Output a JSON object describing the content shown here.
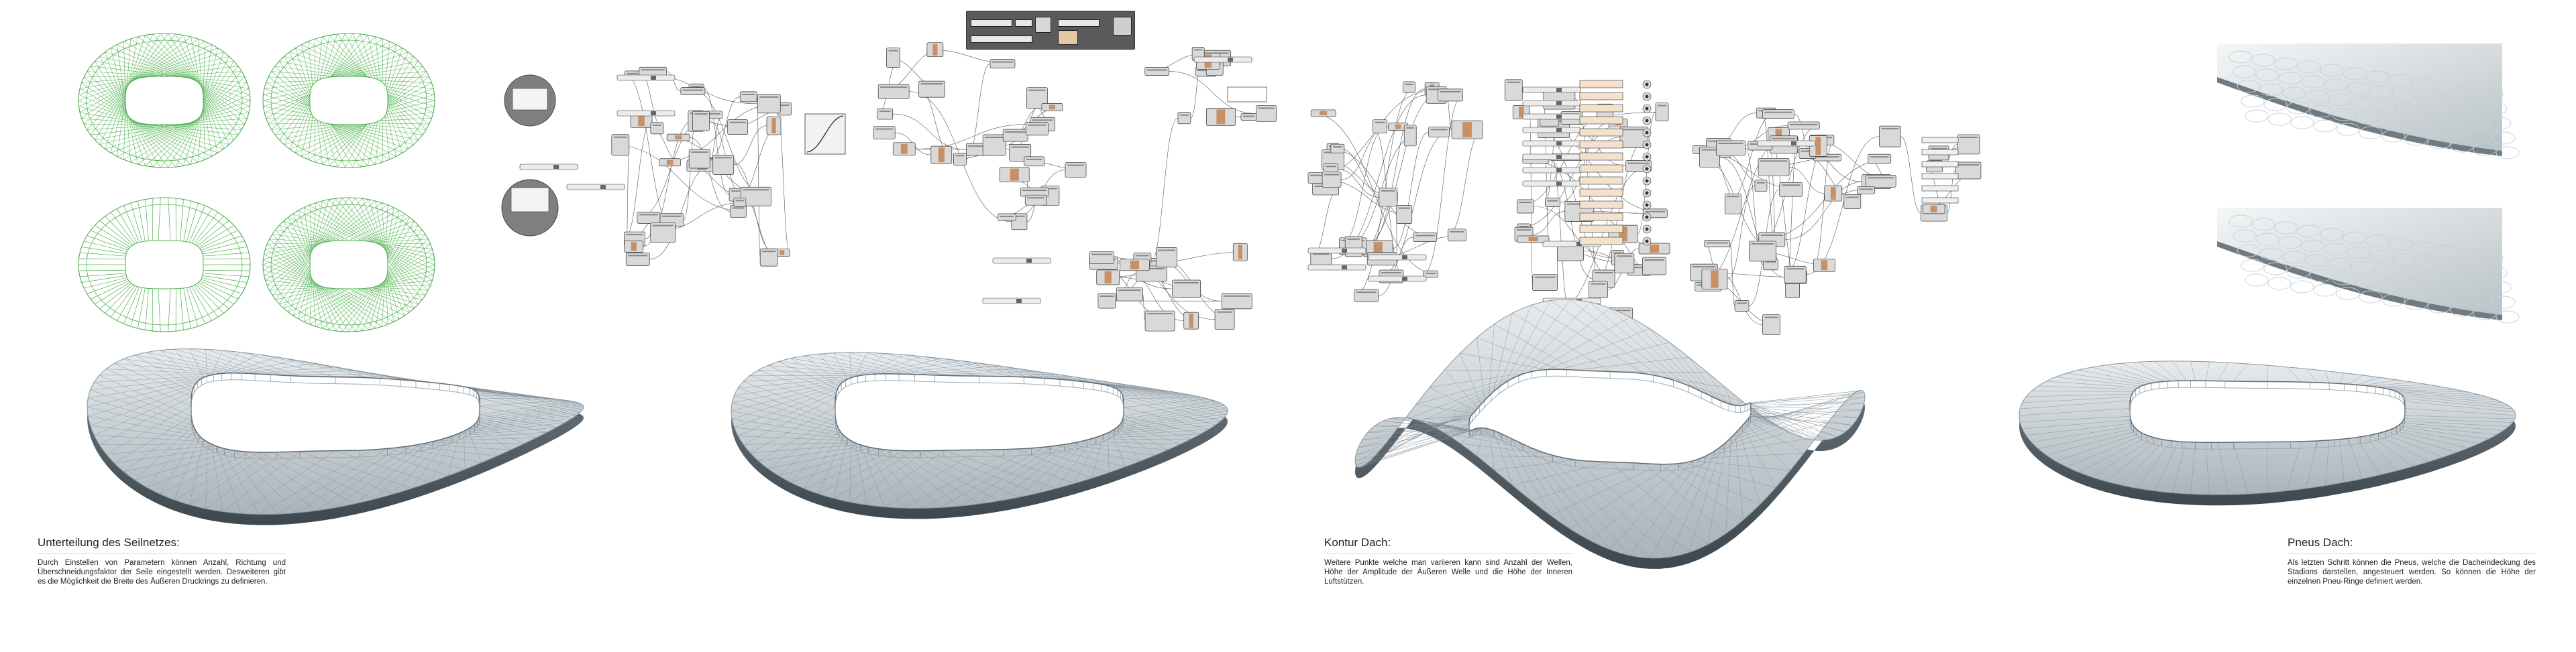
{
  "sections": [
    {
      "id": "seilnetz",
      "title": "Unterteilung des Seilnetzes:",
      "text": "Durch Einstellen von Parametern können Anzahl, Richtung und Überschneidungsfaktor der Seile eingestellt werden. Desweiteren gibt es die Möglichkeit die Breite des Äußeren Druckrings zu definieren."
    },
    {
      "id": "kontur",
      "title": "Kontur Dach:",
      "text": "Weitere Punkte welche man variieren kann sind Anzahl der Wellen, Höhe der Amplitude der Äußeren Welle und die Höhe der Inneren Luftstützen."
    },
    {
      "id": "pneus",
      "title": "Pneus Dach:",
      "text": "Als letzten Schritt können die Pneus, welche die Dacheindeckung des Stadions darstellen, angesteuert werden. So können die Höhe der einzelnen Pneu-Ringe definiert werden."
    }
  ],
  "colors": {
    "cable_net_plan": "#4fb04f",
    "roof_surface": "#cfd6da",
    "roof_dark": "#5f6b73",
    "cable_lines": "#7a868e",
    "node_bg": "#d9d9d9",
    "node_border": "#333333",
    "toolbar": "#5a5a5a",
    "wire": "#555555"
  },
  "icons": [
    "gh-toolbar-icon",
    "gh-node-icon",
    "gh-panel-icon",
    "gh-graph-mapper-icon",
    "gh-toggle-icon"
  ]
}
